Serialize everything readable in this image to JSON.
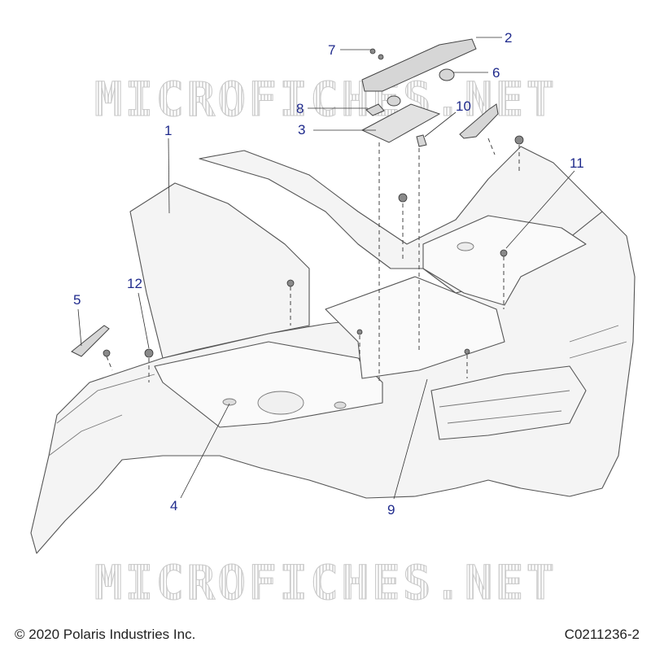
{
  "watermark_text": "MICROFICHES.NET",
  "callouts": [
    {
      "label": "1"
    },
    {
      "label": "2"
    },
    {
      "label": "3"
    },
    {
      "label": "4"
    },
    {
      "label": "5"
    },
    {
      "label": "6"
    },
    {
      "label": "7"
    },
    {
      "label": "8"
    },
    {
      "label": "9"
    },
    {
      "label": "10"
    },
    {
      "label": "11"
    },
    {
      "label": "12"
    }
  ],
  "footer": {
    "copyright": "© 2020 Polaris Industries Inc.",
    "figure_code": "C0211236-2"
  },
  "colors": {
    "callout": "#1f2a8c",
    "line": "#555555",
    "fill": "#f4f4f4"
  }
}
